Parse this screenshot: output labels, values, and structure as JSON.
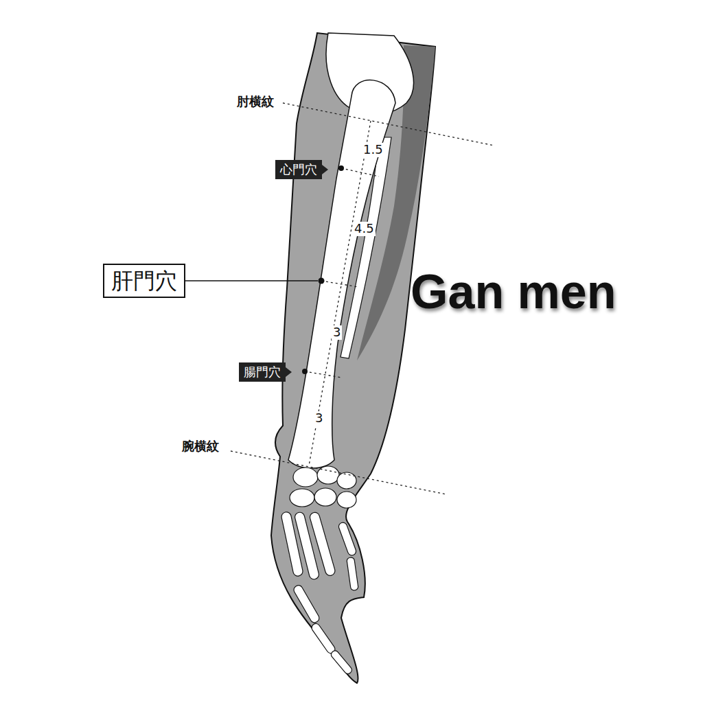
{
  "diagram": {
    "nodes": [
      {
        "text": [
          "心門穴"
        ]
      },
      {
        "text": [
          "肝門穴"
        ]
      },
      {
        "text": [
          "腸門穴"
        ]
      }
    ],
    "labels": [
      "肘横紋",
      "1.5",
      "4.5",
      "Gan men",
      "3",
      "3",
      "腕横紋"
    ]
  }
}
